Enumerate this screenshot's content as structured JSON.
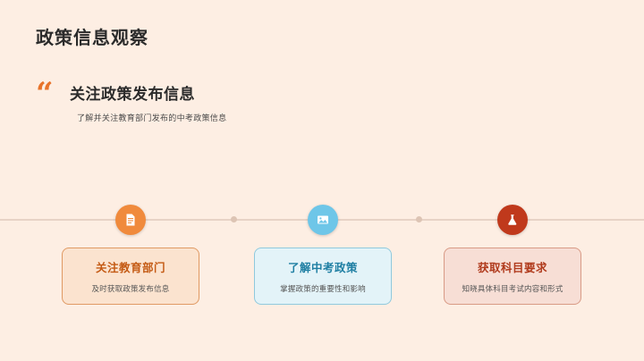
{
  "slide": {
    "title": "政策信息观察",
    "background_color": "#fdeee3",
    "accent_color": "#e8732a"
  },
  "quote": {
    "mark": "“",
    "heading": "关注政策发布信息",
    "subtitle": "了解并关注教育部门发布的中考政策信息"
  },
  "timeline": {
    "nodes": [
      {
        "icon": "document-icon",
        "icon_color": "#ffffff",
        "circle_color": "#f08a3c",
        "card_title": "关注教育部门",
        "card_desc": "及时获取政策发布信息",
        "card_bg": "#fbe3cf",
        "card_border": "#e09a63",
        "title_color": "#c45a14"
      },
      {
        "icon": "image-icon",
        "icon_color": "#ffffff",
        "circle_color": "#6ec6e8",
        "card_title": "了解中考政策",
        "card_desc": "掌握政策的重要性和影响",
        "card_bg": "#e3f3f8",
        "card_border": "#8fc9dd",
        "title_color": "#1f7fa3"
      },
      {
        "icon": "flask-icon",
        "icon_color": "#ffffff",
        "circle_color": "#c0391c",
        "card_title": "获取科目要求",
        "card_desc": "知晓具体科目考试内容和形式",
        "card_bg": "#f7ded5",
        "card_border": "#d89a85",
        "title_color": "#b03a1c"
      }
    ]
  }
}
